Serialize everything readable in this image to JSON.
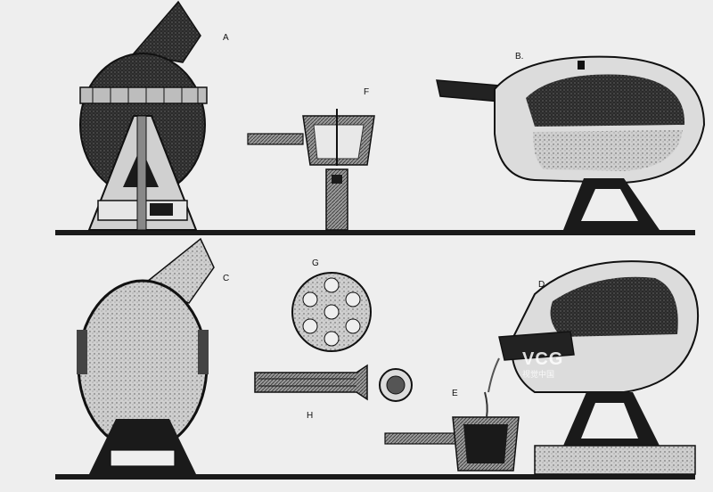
{
  "figure": {
    "labels": {
      "a": "A",
      "b": "B.",
      "c": "C",
      "d": "D",
      "e": "E",
      "f": "F",
      "g": "G",
      "h": "H"
    }
  },
  "watermark": {
    "brand": "VCG",
    "sub": "视觉中国"
  },
  "colors": {
    "paper": "#eeeeee",
    "ink": "#1a1a1a",
    "mid": "#555555",
    "light": "#c8c8c8"
  }
}
